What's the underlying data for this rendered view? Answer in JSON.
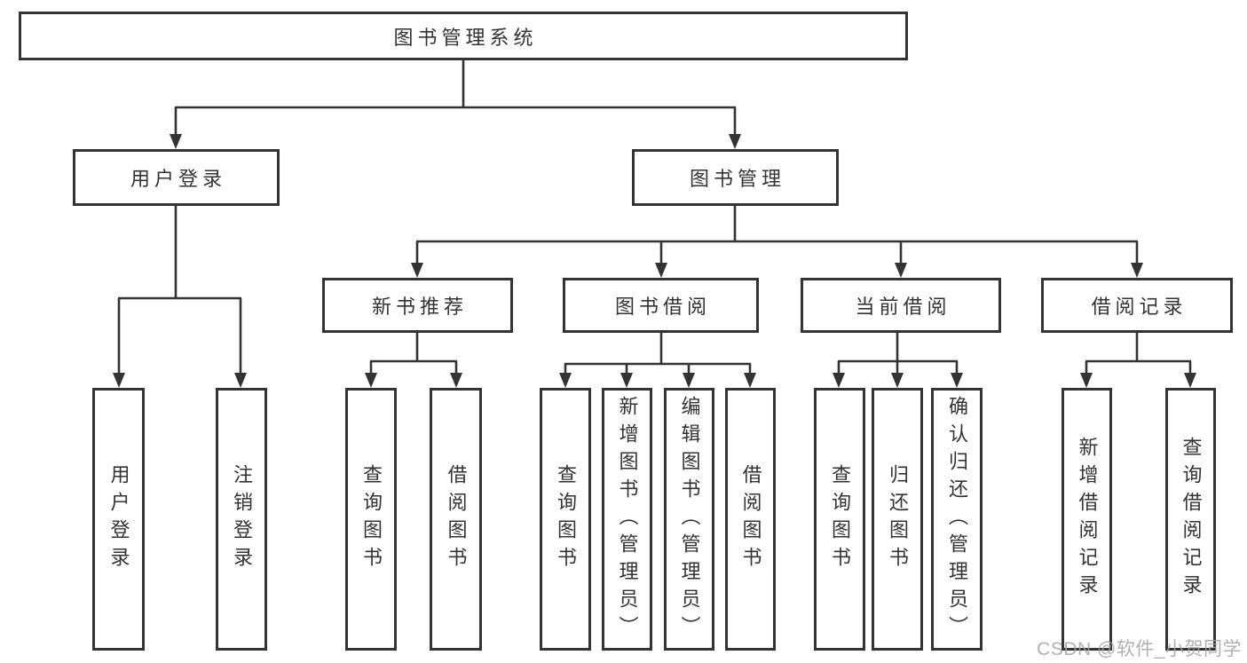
{
  "diagram_title": "图书管理系统",
  "nodes": {
    "root": "图书管理系统",
    "user_login": "用户登录",
    "book_mgmt": "图书管理",
    "new_books": "新书推荐",
    "book_borrow": "图书借阅",
    "current_borrow": "当前借阅",
    "borrow_records": "借阅记录",
    "leaf_user_login": "用户登录",
    "leaf_logout": "注销登录",
    "leaf_query_books_a": "查询图书",
    "leaf_borrow_books_a": "借阅图书",
    "leaf_query_books_b": "查询图书",
    "leaf_add_books": "新增图书（管理员）",
    "leaf_edit_books": "编辑图书（管理员）",
    "leaf_borrow_books_b": "借阅图书",
    "leaf_query_books_c": "查询图书",
    "leaf_return_books": "归还图书",
    "leaf_confirm_return": "确认归还（管理员）",
    "leaf_add_record": "新增借阅记录",
    "leaf_query_record": "查询借阅记录"
  },
  "edges": [
    {
      "from": "图书管理系统",
      "to": "用户登录"
    },
    {
      "from": "图书管理系统",
      "to": "图书管理"
    },
    {
      "from": "用户登录",
      "to": "用户登录"
    },
    {
      "from": "用户登录",
      "to": "注销登录"
    },
    {
      "from": "图书管理",
      "to": "新书推荐"
    },
    {
      "from": "图书管理",
      "to": "图书借阅"
    },
    {
      "from": "图书管理",
      "to": "当前借阅"
    },
    {
      "from": "图书管理",
      "to": "借阅记录"
    },
    {
      "from": "新书推荐",
      "to": "查询图书"
    },
    {
      "from": "新书推荐",
      "to": "借阅图书"
    },
    {
      "from": "图书借阅",
      "to": "查询图书"
    },
    {
      "from": "图书借阅",
      "to": "新增图书（管理员）"
    },
    {
      "from": "图书借阅",
      "to": "编辑图书（管理员）"
    },
    {
      "from": "图书借阅",
      "to": "借阅图书"
    },
    {
      "from": "当前借阅",
      "to": "查询图书"
    },
    {
      "from": "当前借阅",
      "to": "归还图书"
    },
    {
      "from": "当前借阅",
      "to": "确认归还（管理员）"
    },
    {
      "from": "借阅记录",
      "to": "新增借阅记录"
    },
    {
      "from": "借阅记录",
      "to": "查询借阅记录"
    }
  ],
  "watermark": "CSDN @软件_小贺同学",
  "colors": {
    "line": "#333333",
    "box_border": "#333333",
    "text": "#333333",
    "background": "#ffffff",
    "watermark": "#a3a3a3"
  }
}
